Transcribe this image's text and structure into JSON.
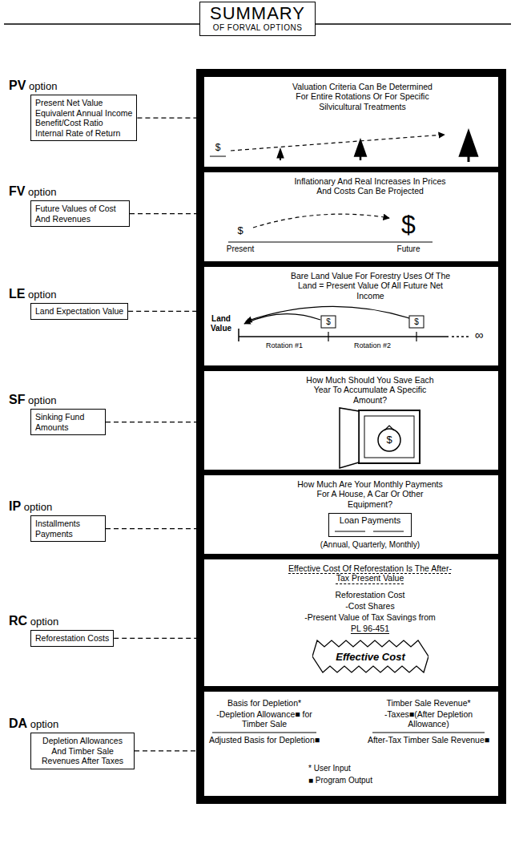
{
  "diagram": {
    "nodes": [
      {
        "text": [
          "SUMMARY",
          "OF FORVAL OPTIONS"
        ]
      },
      {
        "text": [
          "PV option",
          "Present Net Value",
          "Equivalent Annual Income",
          "Benefit/Cost Ratio",
          "Internal Rate of Return"
        ]
      },
      {
        "text": [
          "Valuation Criteria Can Be Determined For Entire Rotations Or For Specific Silvicultural Treatments"
        ]
      },
      {
        "text": [
          "FV option",
          "Future Values of Cost And Revenues"
        ]
      },
      {
        "text": [
          "Inflationary And Real Increases In Prices And Costs Can Be Projected"
        ]
      },
      {
        "text": [
          "LE option",
          "Land Expectation Value"
        ]
      },
      {
        "text": [
          "Bare Land Value For Forestry Uses Of The Land = Present Value Of All Future Net Income"
        ]
      },
      {
        "text": [
          "SF option",
          "Sinking Fund Amounts"
        ]
      },
      {
        "text": [
          "How Much Should You Save Each Year To Accumulate A Specific Amount?"
        ]
      },
      {
        "text": [
          "IP option",
          "Installments Payments"
        ]
      },
      {
        "text": [
          "How Much Are Your Monthly Payments For A House, A Car Or Other Equipment?",
          "(Annual, Quarterly, Monthly)"
        ]
      },
      {
        "text": [
          "Loan Payments"
        ],
        "in": 10
      },
      {
        "text": [
          "RC option",
          "Reforestation Costs"
        ]
      },
      {
        "text": [
          "Effective Cost Of Reforestation Is The After-Tax Present Value",
          "Reforestation Cost",
          "-Cost Shares",
          "-Present Value of Tax Savings from",
          "PL 96-451"
        ]
      },
      {
        "text": [
          "Effective Cost"
        ],
        "in": 13
      },
      {
        "text": [
          "DA option",
          "Depletion Allowances And Timber Sale Revenues After Taxes"
        ]
      },
      {
        "text": [
          "Basis for Depletion*",
          "-Depletion Allowance■ for Timber Sale",
          "Adjusted Basis for Depletion■",
          "Timber Sale Revenue*",
          "-Taxes■(After Depletion Allowance)",
          "After-Tax Timber Sale Revenue■"
        ]
      }
    ],
    "edges": [
      {
        "from": 1,
        "to": 2,
        "arrow": "none"
      },
      {
        "from": 3,
        "to": 4,
        "arrow": "none"
      },
      {
        "from": 5,
        "to": 6,
        "arrow": "none"
      },
      {
        "from": 7,
        "to": 8,
        "arrow": "none"
      },
      {
        "from": 9,
        "to": 10,
        "arrow": "none"
      },
      {
        "from": 12,
        "to": 13,
        "arrow": "none"
      },
      {
        "from": 15,
        "to": 16,
        "arrow": "none"
      }
    ],
    "labels": [
      "$",
      "$",
      "$",
      "Present",
      "Future",
      "Land Value",
      "$",
      "$",
      "Rotation #1",
      "Rotation #2",
      "∞",
      "$"
    ],
    "legend": [
      {
        "text": "* User Input"
      },
      {
        "text": "■ Program Output"
      }
    ]
  }
}
